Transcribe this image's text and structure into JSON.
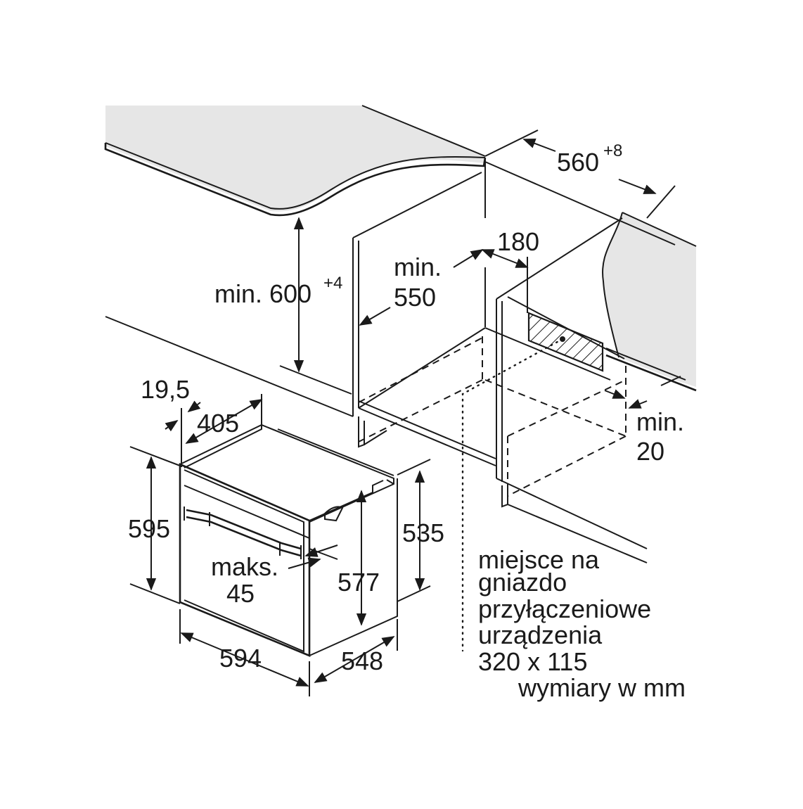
{
  "labels": {
    "niche_width": "560",
    "niche_width_tol": "+8",
    "niche_height_prefix": "min. 600",
    "niche_height_tol": "+4",
    "depth_min_a": "min.",
    "depth_min_b": "550",
    "socket_offset": "180",
    "gap_min_a": "min.",
    "gap_min_b": "20",
    "front_thickness": "19,5",
    "top_depth": "405",
    "oven_height": "595",
    "body_height": "535",
    "inner_height": "577",
    "handle_max_a": "maks.",
    "handle_max_b": "45",
    "oven_width": "594",
    "oven_depth": "548"
  },
  "notes": {
    "socket_line1": "miejsce na",
    "socket_line2": "gniazdo",
    "socket_line3": "przyłączeniowe",
    "socket_line4": "urządzenia",
    "socket_line5": "320 x 115",
    "units": "wymiary w mm"
  },
  "colors": {
    "ink": "#1a1a1a",
    "countertop": "#e6e6e6",
    "hatch": "#1a1a1a",
    "background": "#ffffff"
  }
}
